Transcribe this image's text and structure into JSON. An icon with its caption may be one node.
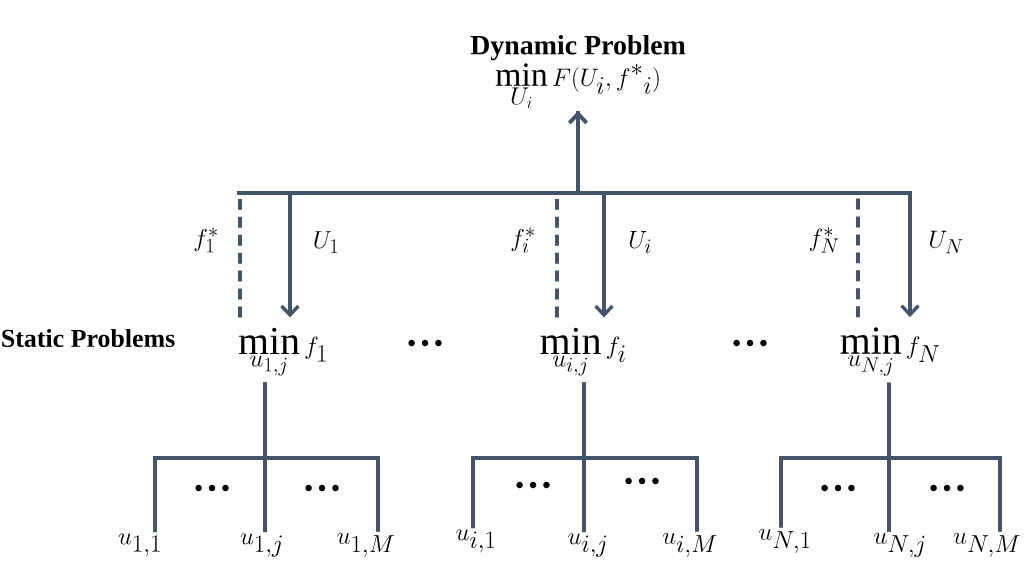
{
  "diagram": {
    "nodes": [
      {
        "text": [
          "Dynamic Problem",
          "\\min_{U_i} F(U_i, {f^{*}}_{i})"
        ]
      },
      {
        "text": [
          "\\min_{u_{1,j}} f_1"
        ]
      },
      {
        "text": [
          "\\min_{u_{i,j}} f_i"
        ]
      },
      {
        "text": [
          "\\min_{u_{N,j}} f_N"
        ]
      },
      {
        "text": [
          "u_{1,1}"
        ]
      },
      {
        "text": [
          "u_{1,j}"
        ]
      },
      {
        "text": [
          "u_{1,M}"
        ]
      },
      {
        "text": [
          "u_{i,1}"
        ]
      },
      {
        "text": [
          "u_{i,j}"
        ]
      },
      {
        "text": [
          "u_{i,M}"
        ]
      },
      {
        "text": [
          "u_{N,1}"
        ]
      },
      {
        "text": [
          "u_{N,j}"
        ]
      },
      {
        "text": [
          "u_{N,M}"
        ]
      }
    ],
    "edges": [
      {
        "from": 1,
        "to": 0,
        "arrow": "to",
        "style": "dashed",
        "label": "f_1^{*}"
      },
      {
        "from": 0,
        "to": 1,
        "arrow": "to",
        "label": "U_1"
      },
      {
        "from": 2,
        "to": 0,
        "arrow": "to",
        "style": "dashed",
        "label": "f_i^{*}"
      },
      {
        "from": 0,
        "to": 2,
        "arrow": "to",
        "label": "U_i"
      },
      {
        "from": 3,
        "to": 0,
        "arrow": "to",
        "style": "dashed",
        "label": "f_N^{*}"
      },
      {
        "from": 0,
        "to": 3,
        "arrow": "to",
        "label": "U_N"
      },
      {
        "from": 1,
        "to": 4,
        "arrow": "none"
      },
      {
        "from": 1,
        "to": 5,
        "arrow": "none"
      },
      {
        "from": 1,
        "to": 6,
        "arrow": "none"
      },
      {
        "from": 2,
        "to": 7,
        "arrow": "none"
      },
      {
        "from": 2,
        "to": 8,
        "arrow": "none"
      },
      {
        "from": 2,
        "to": 9,
        "arrow": "none"
      },
      {
        "from": 3,
        "to": 10,
        "arrow": "none"
      },
      {
        "from": 3,
        "to": 11,
        "arrow": "none"
      },
      {
        "from": 3,
        "to": 12,
        "arrow": "none"
      }
    ],
    "labels": [
      "Static Problems",
      "…",
      "…",
      "…",
      "…",
      "…",
      "…",
      "…",
      "…"
    ]
  }
}
